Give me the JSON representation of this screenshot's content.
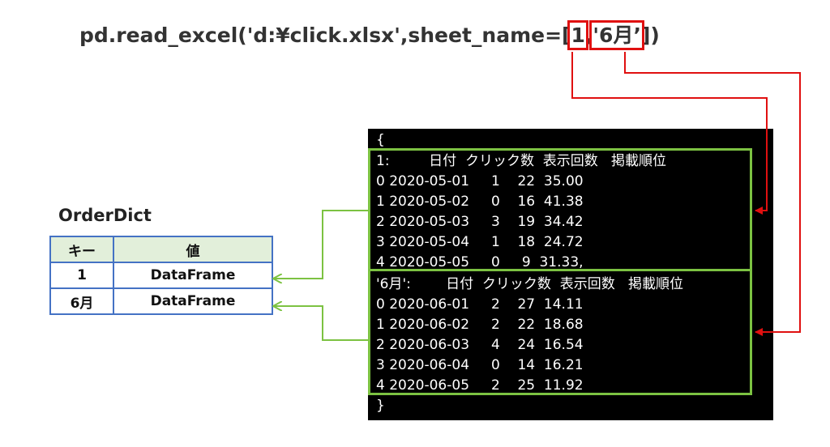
{
  "code": {
    "prefix": "pd.read_excel('d:¥click.xlsx',sheet_name=[",
    "arg1": "1",
    "sep": ",",
    "arg2": "'6月’",
    "suffix": "])"
  },
  "ordered_dict": {
    "title": "OrderDict",
    "headers": [
      "キー",
      "値"
    ],
    "rows": [
      {
        "key": "1",
        "value": "DataFrame"
      },
      {
        "key": "6月",
        "value": "DataFrame"
      }
    ]
  },
  "console": {
    "open_brace": "{",
    "close_brace": "}",
    "sheet1": {
      "header": "1:         日付  クリック数  表示回数   掲載順位",
      "rows": [
        "0 2020-05-01     1    22  35.00",
        "1 2020-05-02     0    16  41.38",
        "2 2020-05-03     3    19  34.42",
        "3 2020-05-04     1    18  24.72",
        "4 2020-05-05     0     9  31.33,"
      ]
    },
    "sheet2": {
      "header": "'6月':        日付  クリック数  表示回数   掲載順位",
      "rows": [
        "0 2020-06-01     2    27  14.11",
        "1 2020-06-02     2    22  18.68",
        "2 2020-06-03     4    24  16.54",
        "3 2020-06-04     0    14  16.21",
        "4 2020-06-05     2    25  11.92"
      ]
    }
  },
  "colors": {
    "highlight": "#e01010",
    "green_box": "#7cc242",
    "table_border": "#4472c4",
    "table_header_bg": "#e2efda"
  }
}
